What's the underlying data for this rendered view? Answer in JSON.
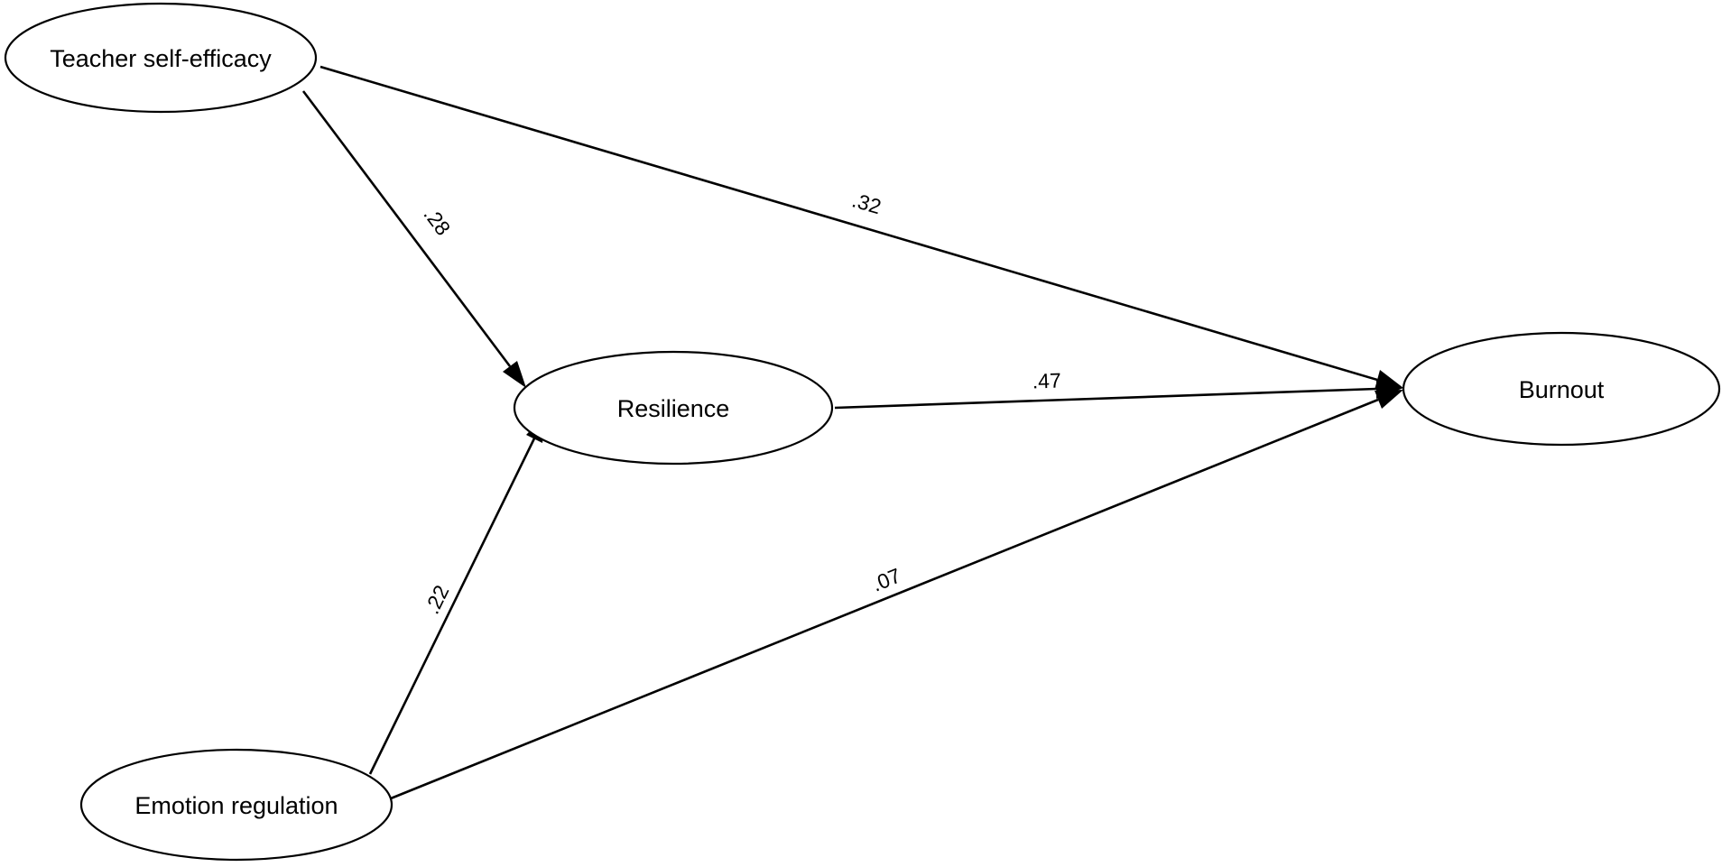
{
  "nodes": {
    "teacher_self_efficacy": "Teacher self-efficacy",
    "resilience": "Resilience",
    "burnout": "Burnout",
    "emotion_regulation": "Emotion regulation"
  },
  "paths": [
    {
      "from": "Teacher self-efficacy",
      "to": "Resilience",
      "coefficient": ".28"
    },
    {
      "from": "Teacher self-efficacy",
      "to": "Burnout",
      "coefficient": ".32"
    },
    {
      "from": "Resilience",
      "to": "Burnout",
      "coefficient": ".47"
    },
    {
      "from": "Emotion regulation",
      "to": "Resilience",
      "coefficient": ".22"
    },
    {
      "from": "Emotion regulation",
      "to": "Burnout",
      "coefficient": ".07"
    }
  ],
  "colors": {
    "stroke": "#000000",
    "background": "#ffffff"
  }
}
